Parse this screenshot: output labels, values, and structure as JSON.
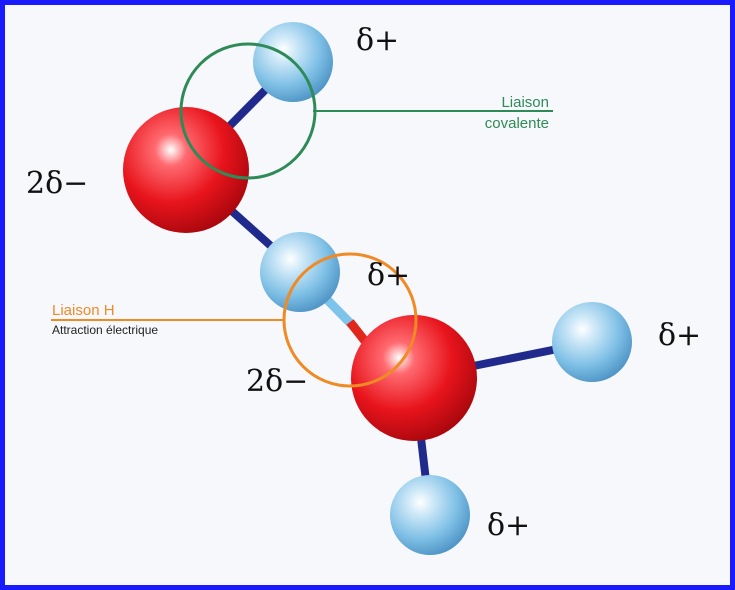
{
  "labels": {
    "h_top": "δ+",
    "o_top": "2δ−",
    "h_middle": "δ+",
    "o_bottom": "2δ−",
    "h_right": "δ+",
    "h_bottom": "δ+"
  },
  "callouts": {
    "covalent_line1": "Liaison",
    "covalent_line2": "covalente",
    "hbond_title": "Liaison H",
    "hbond_subtitle": "Attraction électrique"
  },
  "colors": {
    "frame_border": "#1a1aff",
    "oxygen": "#e8141c",
    "hydrogen": "#7fc0e6",
    "bond": "#1f2a8c",
    "covalent_callout": "#2e8b57",
    "hbond_callout": "#f08a24",
    "hbond_link": "#7ec3ea",
    "hbond_link_end": "#e1261c"
  }
}
